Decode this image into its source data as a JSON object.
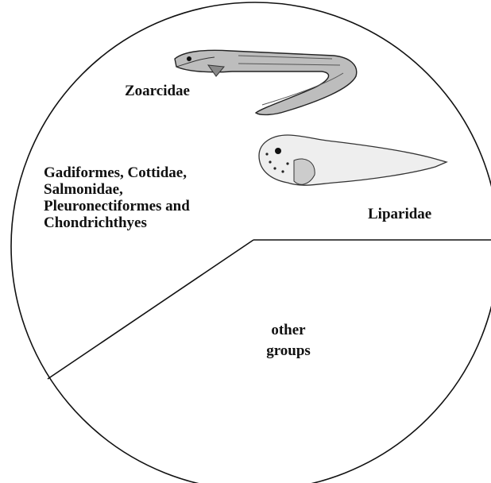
{
  "chart_data": {
    "type": "pie",
    "title": "",
    "segments": [
      {
        "label": "Zoarcidae",
        "lines": [
          "Zoarcidae"
        ],
        "icon": "eelpout-fish-icon"
      },
      {
        "label": "Liparidae",
        "lines": [
          "Liparidae"
        ],
        "icon": "snailfish-icon"
      },
      {
        "label": "other groups",
        "lines": [
          "other",
          "groups"
        ]
      },
      {
        "label": "Gadiformes, Cottidae, Salmonidae, Pleuronectiformes and Chondrichthyes",
        "lines": [
          "Gadiformes, Cottidae,",
          "Salmonidae,",
          "Pleuronectiformes and",
          "Chondrichthyes"
        ]
      }
    ],
    "colors": {
      "stroke": "#111111",
      "fill": "#ffffff"
    }
  }
}
